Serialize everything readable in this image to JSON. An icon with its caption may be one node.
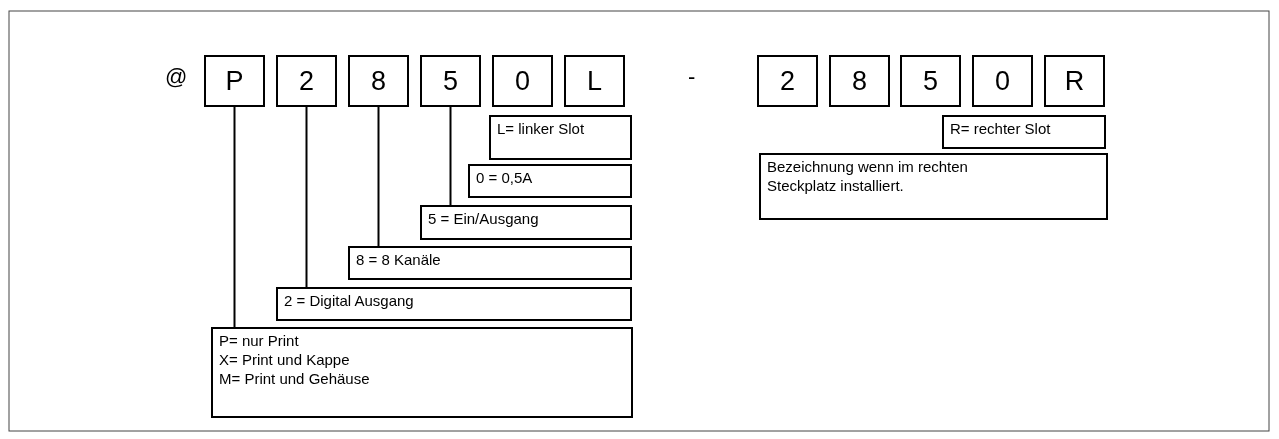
{
  "diagram": {
    "nodes": [
      {
        "text": [
          "P"
        ]
      },
      {
        "text": [
          "2"
        ]
      },
      {
        "text": [
          "8"
        ]
      },
      {
        "text": [
          "5"
        ]
      },
      {
        "text": [
          "0"
        ]
      },
      {
        "text": [
          "L"
        ]
      },
      {
        "text": [
          "2"
        ]
      },
      {
        "text": [
          "8"
        ]
      },
      {
        "text": [
          "5"
        ]
      },
      {
        "text": [
          "0"
        ]
      },
      {
        "text": [
          "R"
        ]
      },
      {
        "text": [
          "L= linker Slot"
        ]
      },
      {
        "text": [
          "R= rechter Slot"
        ]
      },
      {
        "text": [
          "Bezeichnung wenn im rechten Steckplatz installiert."
        ]
      },
      {
        "text": [
          "0 = 0,5A"
        ]
      },
      {
        "text": [
          "5 = Ein/Ausgang"
        ]
      },
      {
        "text": [
          "8 = 8 Kanäle"
        ]
      },
      {
        "text": [
          "2 = Digital Ausgang"
        ]
      },
      {
        "text": [
          "P= nur Print",
          "X= Print und Kappe",
          "M= Print und Gehäuse"
        ]
      }
    ],
    "edges": [
      {
        "from": 0,
        "to": 18,
        "arrow": "none"
      },
      {
        "from": 1,
        "to": 17,
        "arrow": "none"
      },
      {
        "from": 2,
        "to": 16,
        "arrow": "none"
      },
      {
        "from": 3,
        "to": 15,
        "arrow": "none"
      }
    ],
    "labels": [
      "@",
      "-"
    ]
  }
}
